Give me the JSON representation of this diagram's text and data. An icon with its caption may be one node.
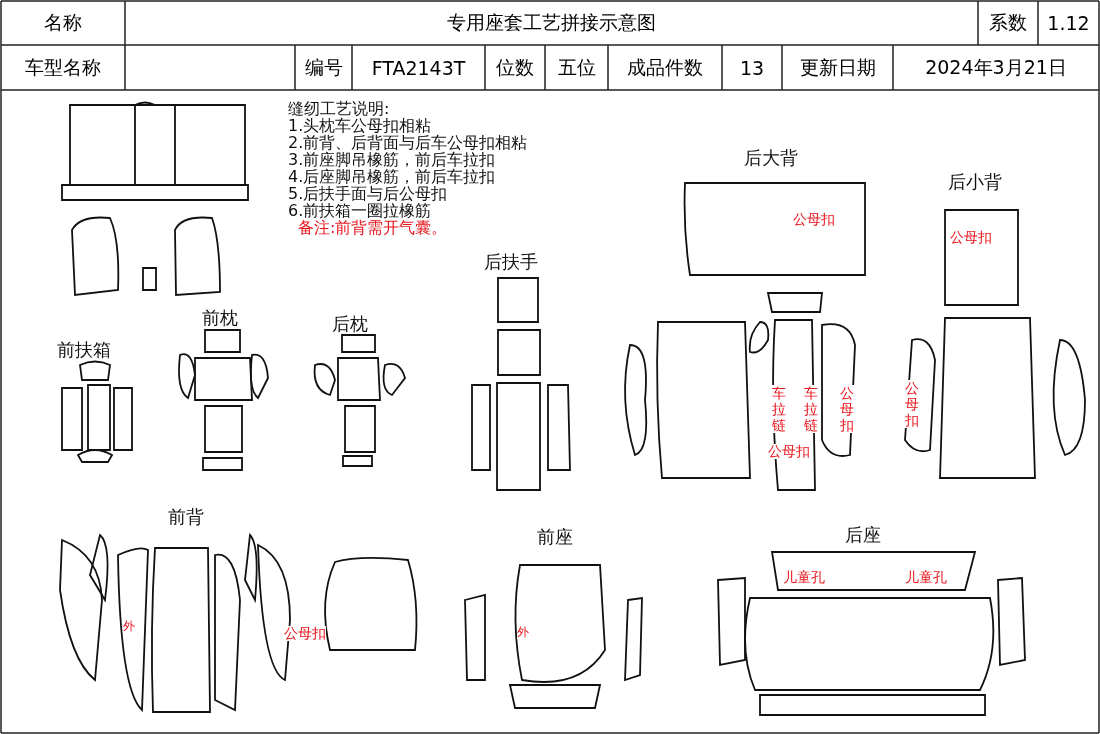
{
  "diagram": {
    "title": "专用座套工艺拼接示意图",
    "labels": [
      "名称",
      "系数",
      "1.12",
      "车型名称",
      "编号",
      "FTA2143T",
      "位数",
      "五位",
      "成品件数",
      "13",
      "更新日期",
      "2024年3月21日",
      "缝纫工艺说明:",
      "1.头枕车公母扣相粘",
      "2.前背、后背面与后车公母扣相粘",
      "3.前座脚吊橡筋，前后车拉扣",
      "4.后座脚吊橡筋，前后车拉扣",
      "5.后扶手面与后公母扣",
      "6.前扶箱一圈拉橡筋",
      "备注:前背需开气囊。",
      "后大背",
      "后小背",
      "后扶手",
      "前枕",
      "后枕",
      "前扶箱",
      "公母扣",
      "公母扣",
      "车拉链",
      "车拉链",
      "公母扣",
      "公母扣",
      "公母扣",
      "前背",
      "前座",
      "后座",
      "儿童孔",
      "儿童孔",
      "外",
      "公母扣",
      "外"
    ]
  }
}
